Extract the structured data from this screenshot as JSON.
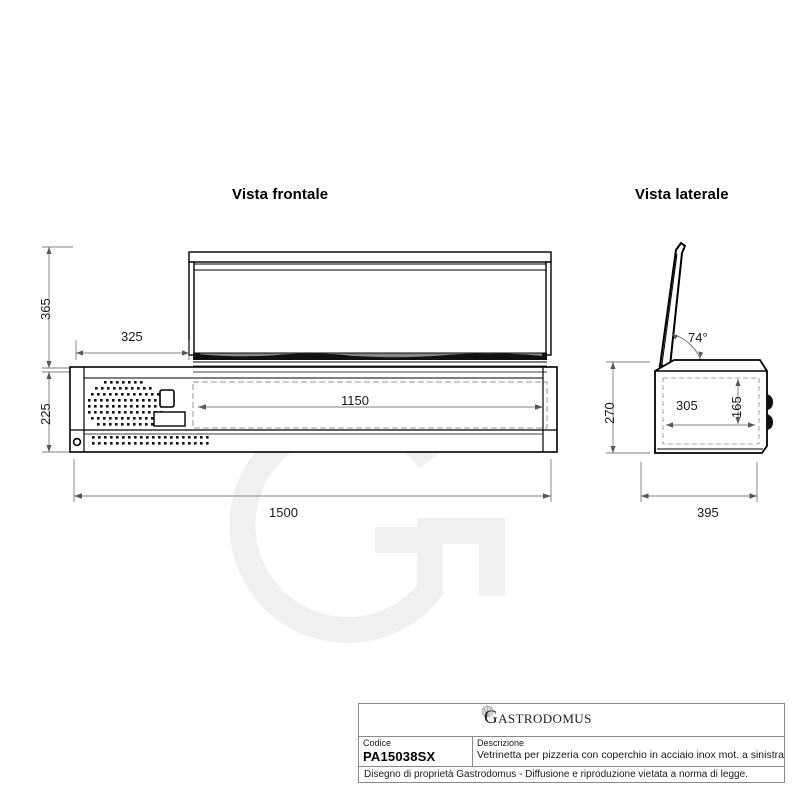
{
  "drawing": {
    "views": [
      {
        "id": "front",
        "title": "Vista frontale"
      },
      {
        "id": "side",
        "title": "Vista laterale"
      }
    ],
    "dimensions": {
      "height_total": "365",
      "height_base": "225",
      "motor_width": "325",
      "pan_opening_width": "1150",
      "overall_width": "1500",
      "side_height": "270",
      "side_depth_inner": "305",
      "side_height_inner": "165",
      "overall_depth": "395",
      "lid_angle": "74°"
    },
    "watermark": "G"
  },
  "titleblock": {
    "logo": "Gastrodomus",
    "code_label": "Codice",
    "code_value": "PA15038SX",
    "description_label": "Descrizione",
    "description_value": "Vetrinetta per pizzeria con coperchio in acciaio inox mot. a sinistra",
    "footer": "Disegno di proprietà Gastrodomus -  Diffusione e riproduzione vietata a norma di legge."
  },
  "colors": {
    "line": "#000000",
    "dim_line": "#595959",
    "thin_line": "#808080",
    "watermark": "#f1f1f1",
    "frame": "#8a8a8a"
  }
}
